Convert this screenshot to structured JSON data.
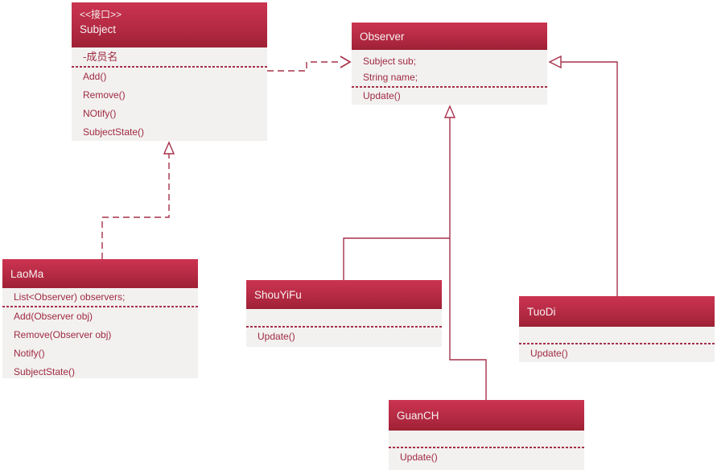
{
  "diagram": {
    "kind": "uml-class-diagram",
    "pattern": "Observer"
  },
  "colors": {
    "header_gradient_top": "#cb3450",
    "header_gradient_bottom": "#9e2135",
    "header_text": "#f6f0f1",
    "body_bg": "#f2f1f0",
    "body_text": "#a02a40",
    "line": "#a63049",
    "canvas_bg": "#ffffff"
  },
  "classes": {
    "subject": {
      "stereotype": "<<接口>>",
      "name": "Subject",
      "attributes": [
        "-成员名"
      ],
      "methods": [
        "Add()",
        "Remove()",
        "NOtify()",
        "SubjectState()"
      ]
    },
    "observer": {
      "name": "Observer",
      "attributes": [
        "Subject sub;",
        "String name;"
      ],
      "methods": [
        "Update()"
      ]
    },
    "laoma": {
      "name": "LaoMa",
      "attributes": [
        "List<Observer) observers;"
      ],
      "methods": [
        "Add(Observer obj)",
        "Remove(Observer obj)",
        "Notify()",
        "SubjectState()"
      ]
    },
    "shouyifu": {
      "name": "ShouYiFu",
      "attributes": [],
      "methods": [
        "Update()"
      ]
    },
    "tuodi": {
      "name": "TuoDi",
      "attributes": [],
      "methods": [
        "Update()"
      ]
    },
    "guanch": {
      "name": "GuanCH",
      "attributes": [],
      "methods": [
        "Update()"
      ]
    }
  },
  "relationships": [
    {
      "type": "dependency",
      "from": "Subject",
      "to": "Observer",
      "style": "dashed-open-arrow"
    },
    {
      "type": "realization",
      "from": "LaoMa",
      "to": "Subject",
      "style": "dashed-hollow-triangle"
    },
    {
      "type": "generalization",
      "from": "ShouYiFu",
      "to": "Observer",
      "style": "solid-hollow-triangle"
    },
    {
      "type": "generalization",
      "from": "GuanCH",
      "to": "Observer",
      "style": "solid-hollow-triangle"
    },
    {
      "type": "generalization",
      "from": "TuoDi",
      "to": "Observer",
      "style": "solid-hollow-triangle"
    }
  ]
}
